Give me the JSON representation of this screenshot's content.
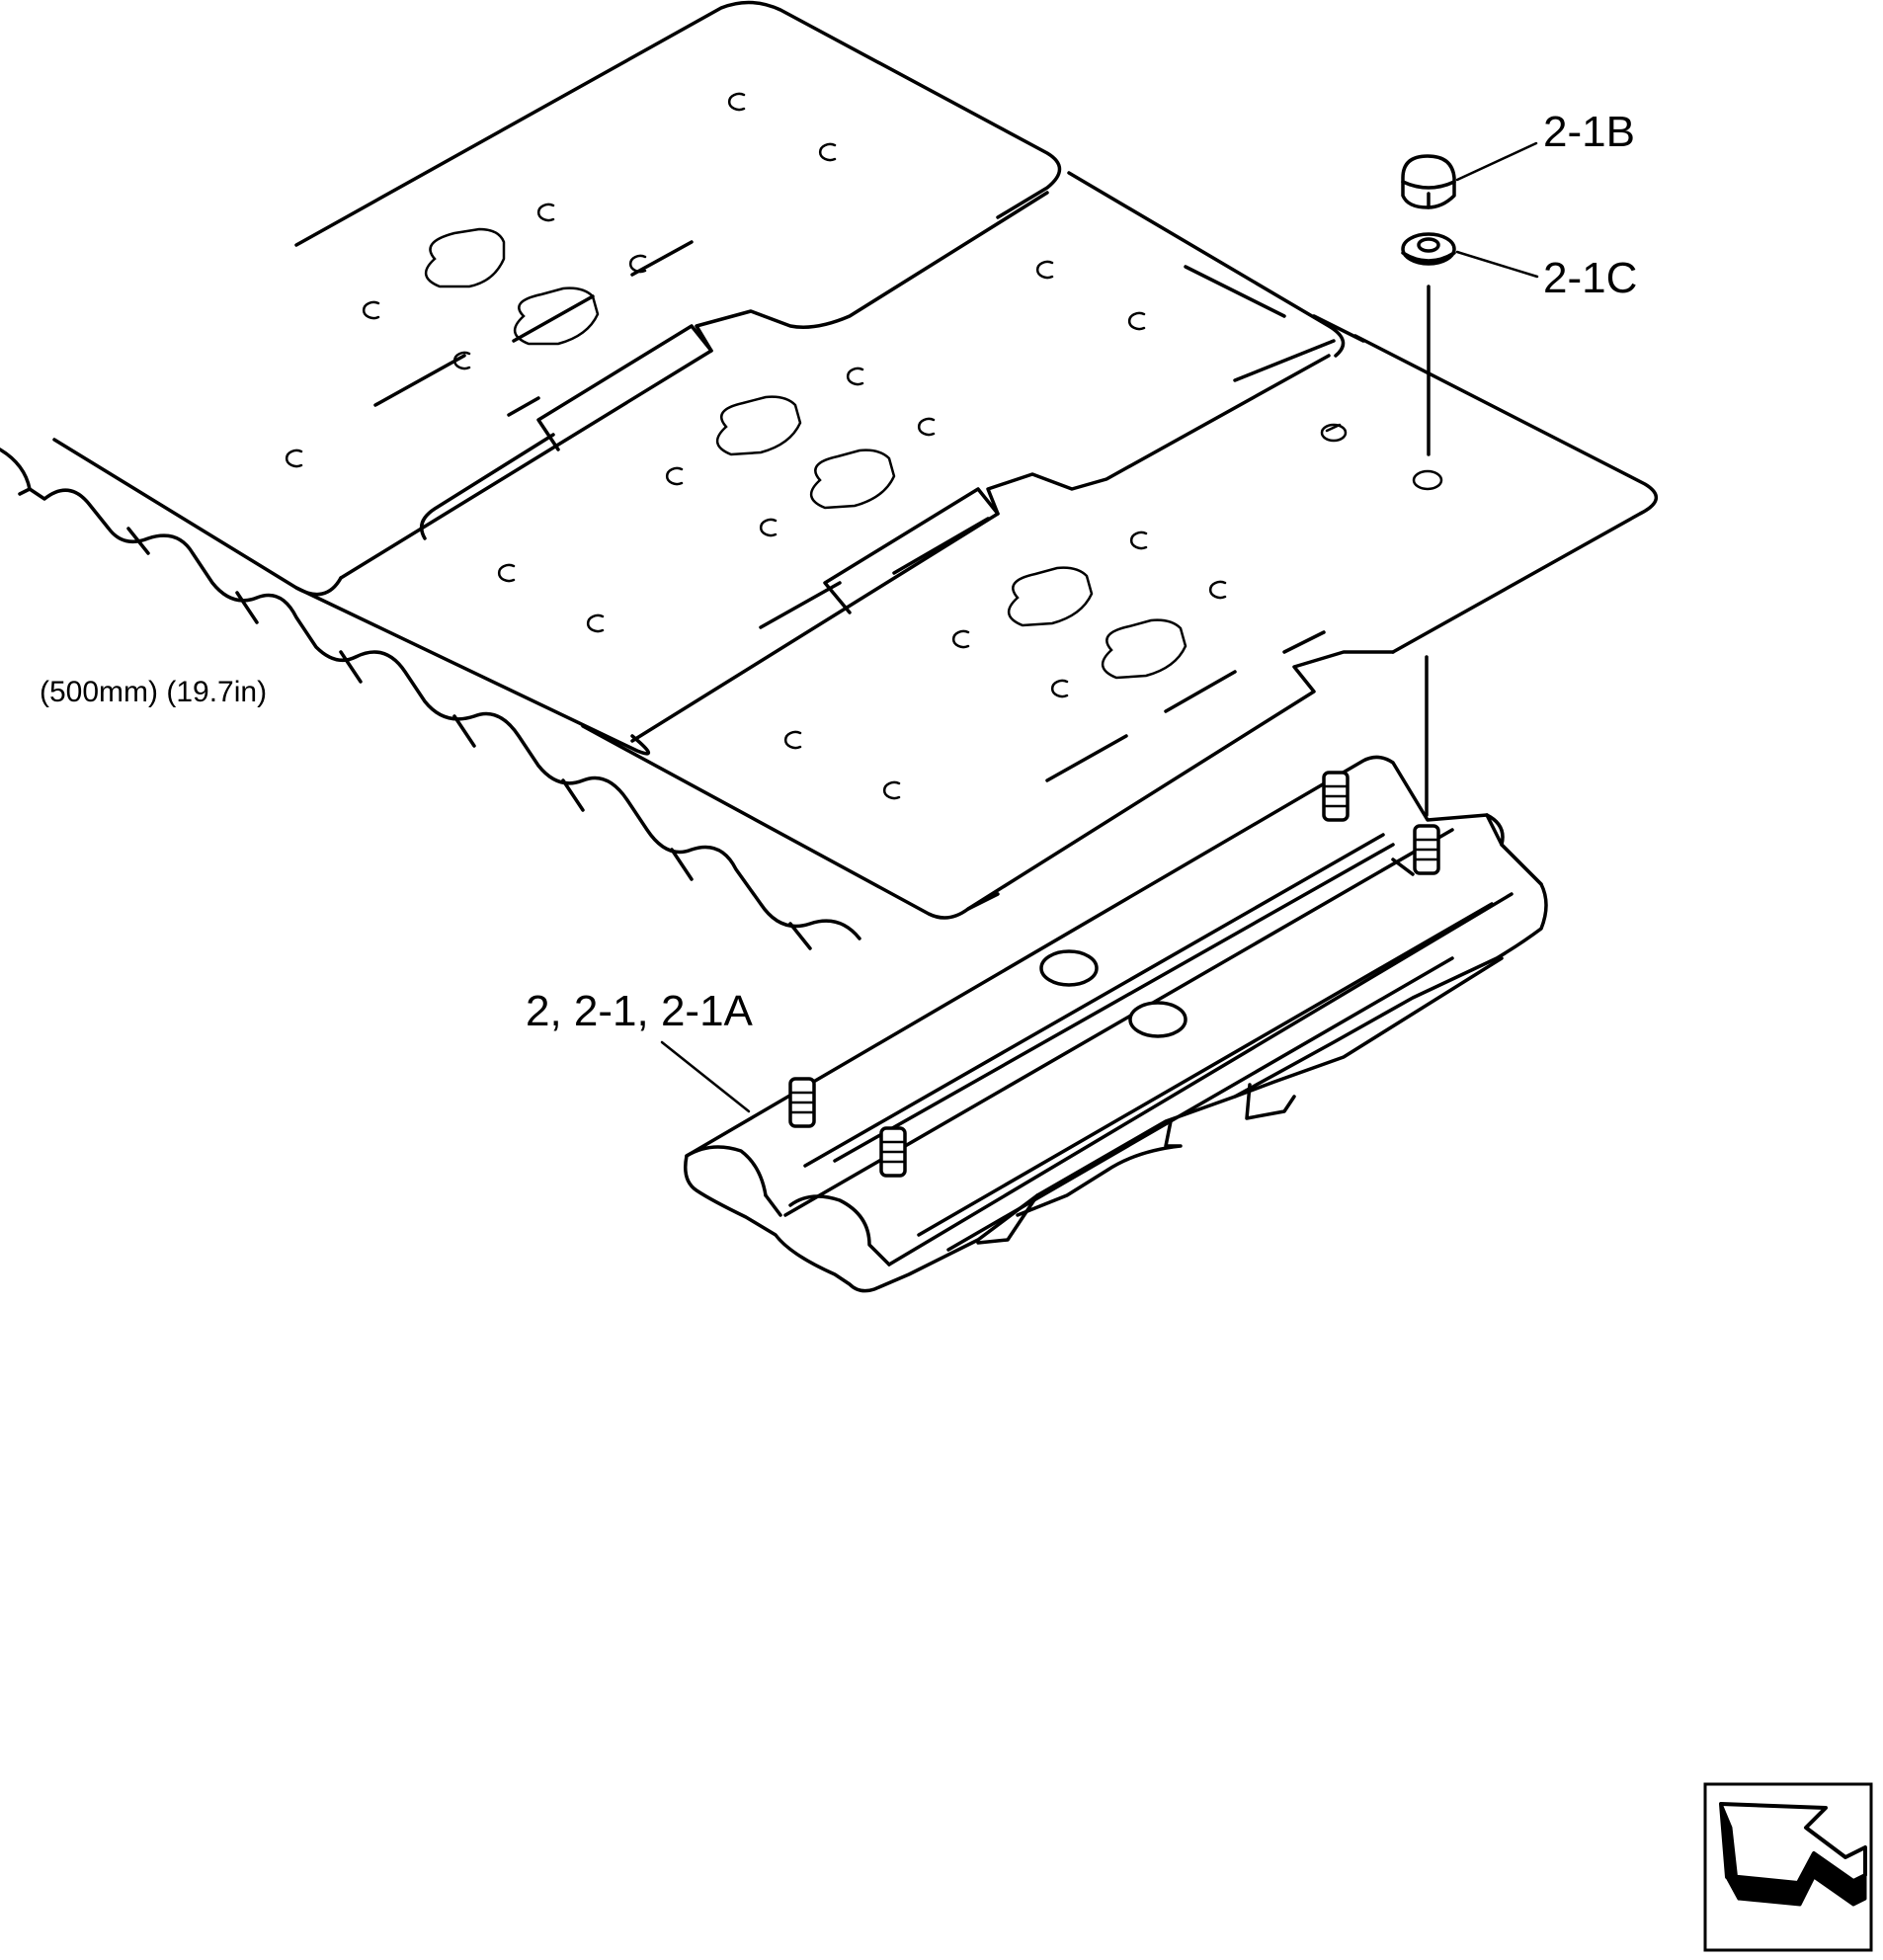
{
  "labels": {
    "nut": "2-1B",
    "washer": "2-1C",
    "shoe": "2, 2-1, 2-1A",
    "width": "(500mm) (19.7in)"
  },
  "icons": {
    "orientation": "direction-arrow-icon"
  },
  "colors": {
    "line": "#000000",
    "background": "#ffffff"
  }
}
